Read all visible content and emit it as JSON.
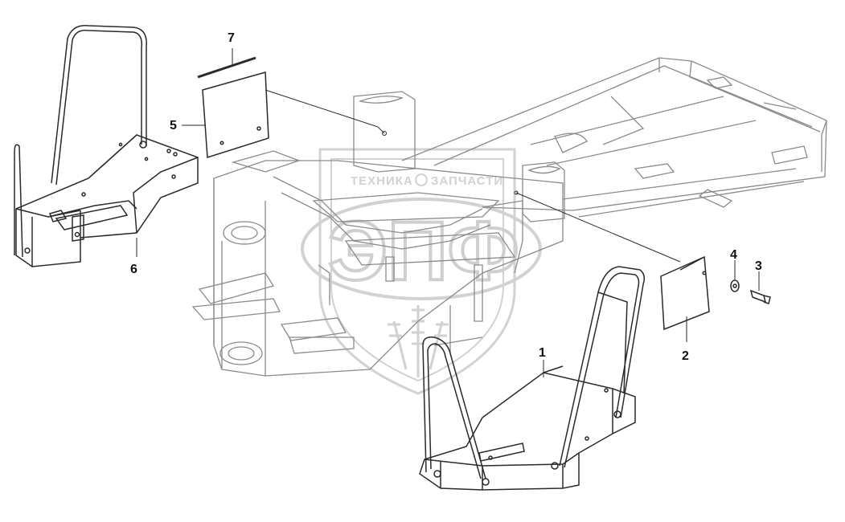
{
  "diagram": {
    "callouts": [
      {
        "id": "7",
        "label": "7"
      },
      {
        "id": "5",
        "label": "5"
      },
      {
        "id": "6",
        "label": "6"
      },
      {
        "id": "4",
        "label": "4"
      },
      {
        "id": "3",
        "label": "3"
      },
      {
        "id": "2",
        "label": "2"
      },
      {
        "id": "1",
        "label": "1"
      }
    ]
  },
  "watermark": {
    "top_left": "ТЕХНИКА",
    "top_right": "ЗАПЧАСТИ",
    "big": "ЭПФ",
    "color": "#d2d2d2"
  },
  "colors": {
    "line": "#2a2a2a",
    "frame_line": "#8a8a8a",
    "background": "#ffffff"
  }
}
